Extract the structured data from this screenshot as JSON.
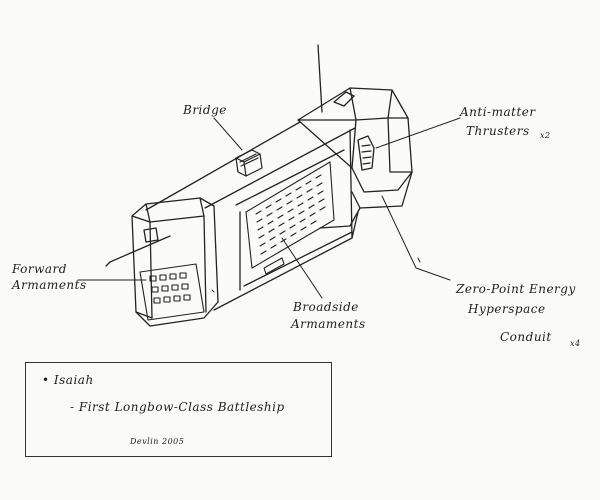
{
  "labels": {
    "bridge": "Bridge",
    "antimatter_line1": "Anti-matter",
    "antimatter_line2": "Thrusters",
    "antimatter_count": "x2",
    "forward_line1": "Forward",
    "forward_line2": "Armaments",
    "broadside_line1": "Broadside",
    "broadside_line2": "Armaments",
    "zeropoint_line1": "Zero-Point Energy",
    "zeropoint_line2": "Hyperspace",
    "zeropoint_line3": "Conduit",
    "zeropoint_count": "x4"
  },
  "caption": {
    "name": "• Isaiah",
    "subtitle": "- First  Longbow-Class  Battleship",
    "signature": "Devlin 2005"
  },
  "colors": {
    "ink": "#1e1e1e",
    "paper": "#fbfbf9"
  }
}
